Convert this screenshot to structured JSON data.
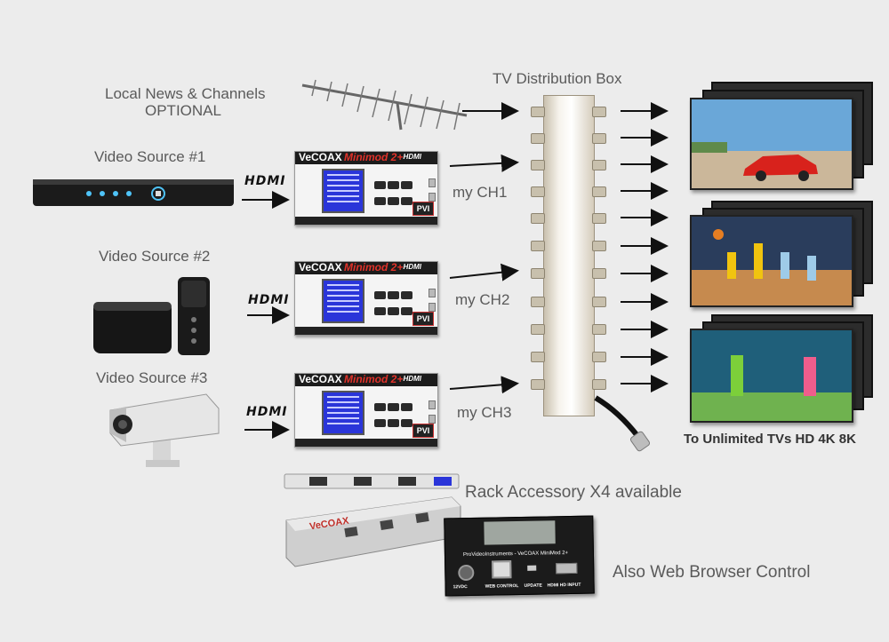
{
  "labels": {
    "local_news": "Local News & Channels",
    "optional": "OPTIONAL",
    "tv_distribution_box": "TV Distribution Box",
    "video_source_1": "Video Source #1",
    "video_source_2": "Video Source #2",
    "video_source_3": "Video Source #3",
    "my_ch1": "my CH1",
    "my_ch2": "my CH2",
    "my_ch3": "my CH3",
    "to_unlimited_tvs": "To Unlimited TVs HD 4K 8K",
    "rack_accessory": "Rack Accessory X4 available",
    "web_browser_control": "Also Web Browser Control"
  },
  "hdmi_logo": "HDMI",
  "modulator": {
    "brand": "VeCOAX",
    "model": "Minimod 2+",
    "badge": "PVI",
    "hdmi_mark": "HDMI"
  },
  "rack": {
    "brand": "VeCOAX"
  },
  "back_panel": {
    "title": "ProVideoInstruments - VeCOAX MiniMod 2+",
    "ports": [
      "12VDC",
      "WEB CONTROL",
      "UPDATE",
      "HDMI HD INPUT"
    ]
  },
  "colors": {
    "background": "#ececec",
    "text": "#5a5a5a",
    "accent_red": "#e0322a",
    "screen_blue": "#2a35d9"
  }
}
